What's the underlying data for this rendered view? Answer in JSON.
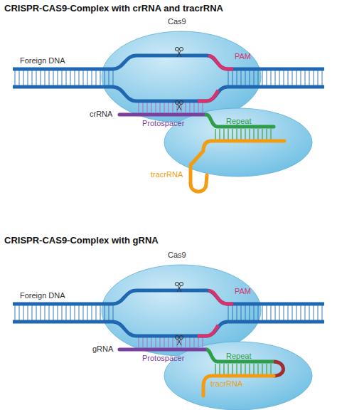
{
  "diagram": {
    "nodes": [
      {
        "text": [
          "Cas9"
        ]
      },
      {
        "text": [
          "Cas9"
        ]
      }
    ],
    "labels": [
      "CRISPR-CAS9-Complex with crRNA and tracrRNA",
      "Foreign DNA",
      "PAM",
      "crRNA",
      "Repeat",
      "Protospacer",
      "tracrRNA",
      "CRISPR-CAS9-Complex with gRNA",
      "Foreign DNA",
      "PAM",
      "gRNA",
      "Repeat",
      "Protospacer",
      "tracrRNA"
    ]
  }
}
